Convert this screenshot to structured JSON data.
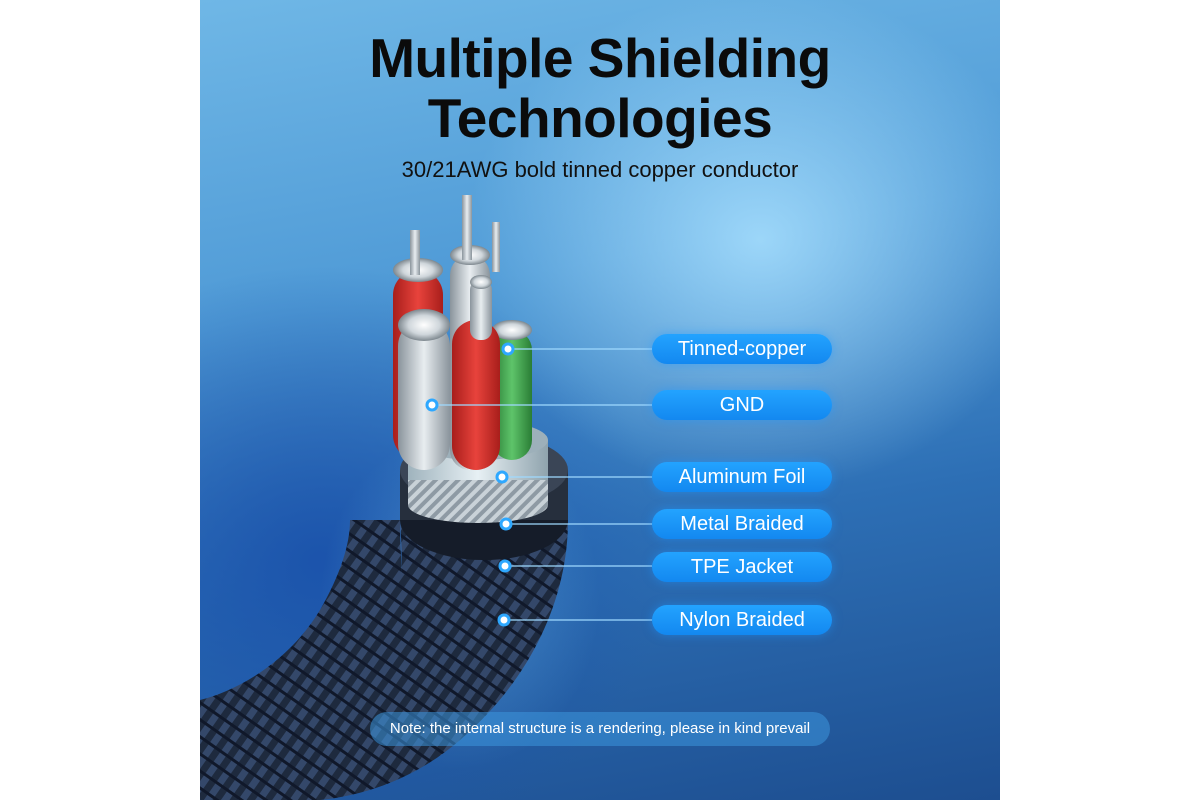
{
  "header": {
    "title_line1": "Multiple Shielding",
    "title_line2": "Technologies",
    "subtitle": "30/21AWG bold tinned copper conductor"
  },
  "labels": [
    {
      "text": "Tinned-copper"
    },
    {
      "text": "GND"
    },
    {
      "text": "Aluminum Foil"
    },
    {
      "text": "Metal Braided"
    },
    {
      "text": "TPE Jacket"
    },
    {
      "text": "Nylon Braided"
    }
  ],
  "note": "Note: the internal structure is a rendering, please in kind prevail",
  "colors": {
    "pill": "#1b95f7",
    "title": "#0b0b0b",
    "wire_red": "#d8302b",
    "wire_green": "#3da54a",
    "wire_grey": "#bfc6cc",
    "jacket": "#1b2434",
    "braid": "#2f3f5a"
  }
}
